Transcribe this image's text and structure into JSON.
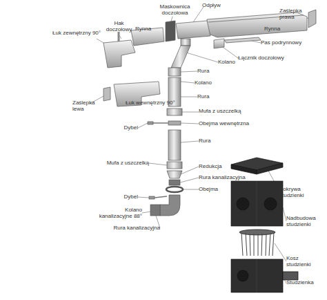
{
  "diagram": {
    "labels": [
      "Zaślepka prawa",
      "Rynna",
      "Pas podrynnowy",
      "Łącznik doczołowy",
      "Odpływ",
      "Maskownica doczołowa",
      "Rynna",
      "Hak doczołowy",
      "Łuk zewnętrzny 90°",
      "Kolano",
      "Rura",
      "Kolano",
      "Rura",
      "Zaślepka lewa",
      "Łuk wewnętrzny 90°",
      "Mufa z uszczelką",
      "Obejma wewnętrzna",
      "Dybel",
      "Rura",
      "Mufa z uszczelką",
      "Redukcja",
      "Rura kanalizacyjna",
      "Obejma",
      "Dybel",
      "Kolano kanalizacyjne 88°",
      "Rura kanalizacyjna",
      "Pokrywa studzienki",
      "Nadbudowa studzienki",
      "Kosz studzienki",
      "Studzienka"
    ]
  }
}
